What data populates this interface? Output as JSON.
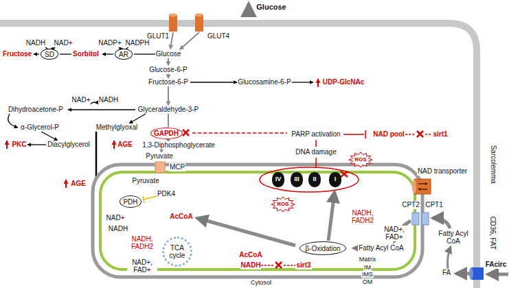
{
  "diagram": {
    "nodes": [
      {
        "text": [
          "SD"
        ]
      },
      {
        "text": [
          "AR"
        ]
      },
      {
        "text": [
          "GAPDH"
        ]
      },
      {
        "text": [
          "PDH"
        ]
      },
      {
        "text": [
          "TCA cycle"
        ]
      },
      {
        "text": [
          "IV"
        ]
      },
      {
        "text": [
          "III"
        ]
      },
      {
        "text": [
          "II"
        ]
      },
      {
        "text": [
          "I"
        ]
      },
      {
        "text": [
          "ROS"
        ]
      },
      {
        "text": [
          "ROS"
        ]
      },
      {
        "text": [
          "β-Oxidation"
        ]
      }
    ],
    "labels": [
      "Glucose",
      "GLUT1",
      "GLUT4",
      "NADH",
      "NAD+",
      "NADP+",
      "NADPH",
      "Fructose",
      "Sorbitol",
      "Glucose",
      "Glucose-6-P",
      "Fructose-6-P",
      "Glucosamine-6-P",
      "UDP-GlcNAc",
      "NAD+",
      "NADH",
      "Dihydroacetone-P",
      "Glyceraldehyde-3-P",
      "α-Glycerol-P",
      "Methylglyoxal",
      "PKC",
      "Diacylglycerol",
      "AGE",
      "1,3-Diphosphoglycerate",
      "Pyruvate",
      "MCP",
      "AGE",
      "Pyruvate",
      "PDK4",
      "AcCoA",
      "NAD+",
      "NADH",
      "NADH, FADH2",
      "NAD+, FAD+",
      "PARP activation",
      "NAD pool",
      "sirt1",
      "DNA damage",
      "NADH, FADH2",
      "NAD+, FAD+",
      "AcCoA",
      "NADH",
      "sirt3",
      "Fatty Acyl CoA",
      "CPT2",
      "CPT1",
      "Fatty Acyl CoA",
      "FA",
      "FAcirc",
      "CD36, FAT",
      "Sarcolemma",
      "NAD transporter",
      "Matrix",
      "IM",
      "IMS",
      "OM",
      "Cytosol"
    ]
  }
}
